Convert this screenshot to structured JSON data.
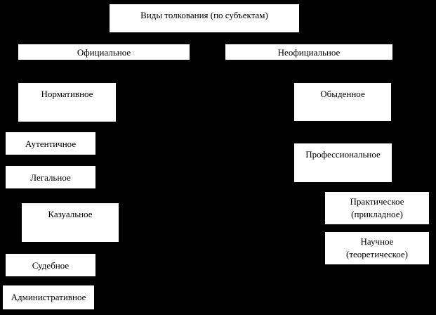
{
  "diagram": {
    "title": "Виды толкования (по субъектам)",
    "nodes": {
      "official": "Официальное",
      "unofficial": "Неофициальное",
      "normative": "Нормативное",
      "ordinary": "Обыденное",
      "authentic": "Аутентичное",
      "legal": "Легальное",
      "professional": "Профессиональное",
      "casual": "Казуальное",
      "practical": "Практическое\n(прикладное)",
      "scientific": "Научное\n(теоретическое)",
      "judicial": "Судебное",
      "administrative": "Административное"
    },
    "colors": {
      "background": "#000000",
      "box_fill": "#ffffff",
      "text": "#000000"
    }
  }
}
